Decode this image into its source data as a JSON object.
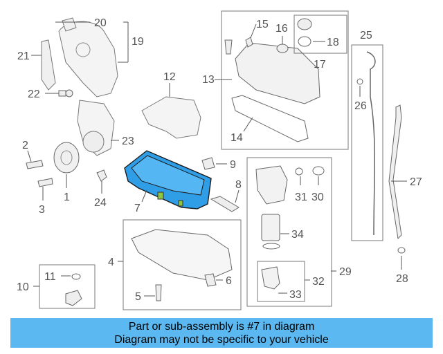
{
  "diagram": {
    "callouts": {
      "c1": "1",
      "c2": "2",
      "c3": "3",
      "c4": "4",
      "c5": "5",
      "c6": "6",
      "c7": "7",
      "c8": "8",
      "c9": "9",
      "c10": "10",
      "c11": "11",
      "c12": "12",
      "c13": "13",
      "c14": "14",
      "c15": "15",
      "c16": "16",
      "c17": "17",
      "c18": "18",
      "c19": "19",
      "c20": "20",
      "c21": "21",
      "c22": "22",
      "c23": "23",
      "c24": "24",
      "c25": "25",
      "c26": "26",
      "c27": "27",
      "c28": "28",
      "c29": "29",
      "c30": "30",
      "c31": "31",
      "c32": "32",
      "c33": "33",
      "c34": "34"
    },
    "highlight_color": "#2f9ee6"
  },
  "banner": {
    "line1": "Part or sub-assembly is #7 in diagram",
    "line2": "Diagram may not be specific to your vehicle",
    "background": "#5bb8f0"
  }
}
